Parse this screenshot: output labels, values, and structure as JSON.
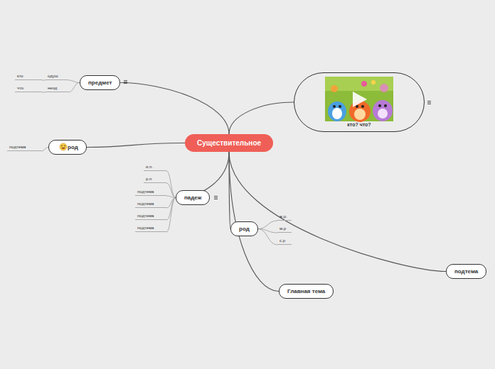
{
  "diagram": {
    "nodes": [
      {
        "text": [
          "Существительное"
        ]
      },
      {
        "text": [
          "предмет"
        ]
      },
      {
        "text": [
          "одуш"
        ]
      },
      {
        "text": [
          "неод"
        ]
      },
      {
        "text": [
          "кто"
        ]
      },
      {
        "text": [
          "что"
        ]
      },
      {
        "text": [
          "кто? что?"
        ]
      },
      {
        "text": [
          "род"
        ]
      },
      {
        "text": [
          "подтема"
        ]
      },
      {
        "text": [
          "падеж"
        ]
      },
      {
        "text": [
          "и.п."
        ]
      },
      {
        "text": [
          "р.п"
        ]
      },
      {
        "text": [
          "подтема"
        ]
      },
      {
        "text": [
          "подтема"
        ]
      },
      {
        "text": [
          "подтема"
        ]
      },
      {
        "text": [
          "подтема"
        ]
      },
      {
        "text": [
          "род"
        ]
      },
      {
        "text": [
          "ж.р."
        ]
      },
      {
        "text": [
          "м.р"
        ]
      },
      {
        "text": [
          "с.р"
        ]
      },
      {
        "text": [
          "Главная тема"
        ]
      },
      {
        "text": [
          "подтема"
        ]
      }
    ],
    "edges": [
      {
        "from": 0,
        "to": 1,
        "arrow": "none"
      },
      {
        "from": 1,
        "to": 2,
        "arrow": "none"
      },
      {
        "from": 1,
        "to": 3,
        "arrow": "none"
      },
      {
        "from": 2,
        "to": 4,
        "arrow": "none"
      },
      {
        "from": 3,
        "to": 5,
        "arrow": "none"
      },
      {
        "from": 0,
        "to": 6,
        "arrow": "none"
      },
      {
        "from": 0,
        "to": 7,
        "arrow": "none"
      },
      {
        "from": 7,
        "to": 8,
        "arrow": "none"
      },
      {
        "from": 0,
        "to": 9,
        "arrow": "none"
      },
      {
        "from": 9,
        "to": 10,
        "arrow": "none"
      },
      {
        "from": 9,
        "to": 11,
        "arrow": "none"
      },
      {
        "from": 9,
        "to": 12,
        "arrow": "none"
      },
      {
        "from": 9,
        "to": 13,
        "arrow": "none"
      },
      {
        "from": 9,
        "to": 14,
        "arrow": "none"
      },
      {
        "from": 9,
        "to": 15,
        "arrow": "none"
      },
      {
        "from": 0,
        "to": 16,
        "arrow": "none"
      },
      {
        "from": 16,
        "to": 17,
        "arrow": "none"
      },
      {
        "from": 16,
        "to": 18,
        "arrow": "none"
      },
      {
        "from": 16,
        "to": 19,
        "arrow": "none"
      },
      {
        "from": 0,
        "to": 20,
        "arrow": "none"
      },
      {
        "from": 0,
        "to": 21,
        "arrow": "none"
      }
    ]
  }
}
